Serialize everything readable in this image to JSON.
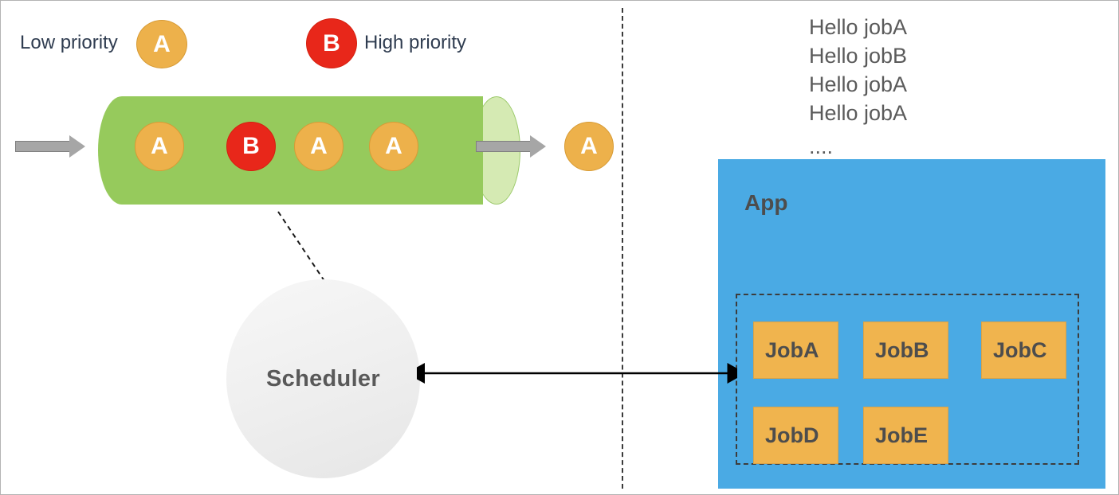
{
  "legend": {
    "low": {
      "label": "Low priority",
      "token": "A",
      "color": "#edb14b"
    },
    "high": {
      "label": "High priority",
      "token": "B",
      "color": "#e8271a"
    }
  },
  "pipe": {
    "name": "priority-queue-pipe",
    "color": "#96ca5c",
    "cap_color": "#d5eab3",
    "tokens": [
      {
        "label": "A",
        "priority": "low"
      },
      {
        "label": "B",
        "priority": "high"
      },
      {
        "label": "A",
        "priority": "low"
      },
      {
        "label": "A",
        "priority": "low"
      }
    ],
    "incoming_arrow": "enqueue-arrow",
    "outgoing_arrow": "dequeue-arrow",
    "dequeued_token": {
      "label": "A",
      "priority": "low"
    }
  },
  "scheduler": {
    "label": "Scheduler"
  },
  "console": {
    "lines": [
      "Hello jobA",
      "Hello jobB",
      "Hello jobA",
      "Hello jobA"
    ],
    "ellipsis": "...."
  },
  "app": {
    "title": "App",
    "color": "#4aaae4",
    "jobs": [
      {
        "label": "JobA"
      },
      {
        "label": "JobB"
      },
      {
        "label": "JobC"
      },
      {
        "label": "JobD"
      },
      {
        "label": "JobE"
      }
    ]
  }
}
